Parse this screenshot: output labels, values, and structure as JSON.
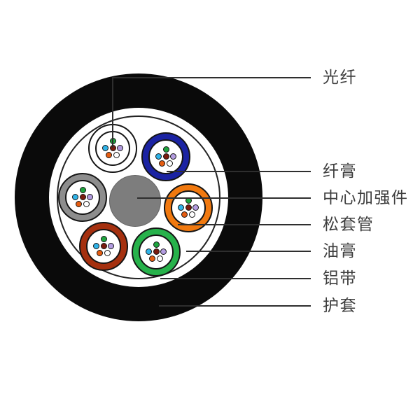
{
  "diagram": {
    "kind": "fiber-optic-cable-cross-section",
    "background_color": "#ffffff",
    "line_color": "#2e2e2e",
    "text_color": "#3d3d3d"
  },
  "labels": [
    {
      "text": "光纤"
    },
    {
      "text": "纤膏"
    },
    {
      "text": "中心加强件"
    },
    {
      "text": "松套管"
    },
    {
      "text": "油膏"
    },
    {
      "text": "铝带"
    },
    {
      "text": "护套"
    }
  ],
  "cable": {
    "tube_count": 6,
    "fibers_per_tube": 6,
    "sheath_color": "#0a0a0a",
    "core_color": "#ffffff",
    "tape_outline_color": "#222222",
    "strength_member_color": "#7d7d7d",
    "tube_interior_color": "#ffffff",
    "tubes": [
      {
        "name": "natural",
        "color": "#ffffff"
      },
      {
        "name": "blue",
        "color": "#1b23a3"
      },
      {
        "name": "gray",
        "color": "#8d8d8d"
      },
      {
        "name": "orange",
        "color": "#f1790f"
      },
      {
        "name": "red",
        "color": "#a5300f"
      },
      {
        "name": "green",
        "color": "#27b24b"
      }
    ],
    "fibers": [
      {
        "name": "green",
        "color": "#1ea43e"
      },
      {
        "name": "cyan",
        "color": "#2fb3e8"
      },
      {
        "name": "maroon",
        "color": "#7a1a0e"
      },
      {
        "name": "violet",
        "color": "#b39ce0"
      },
      {
        "name": "orange",
        "color": "#e55d12"
      },
      {
        "name": "white",
        "color": "#ffffff"
      }
    ]
  }
}
